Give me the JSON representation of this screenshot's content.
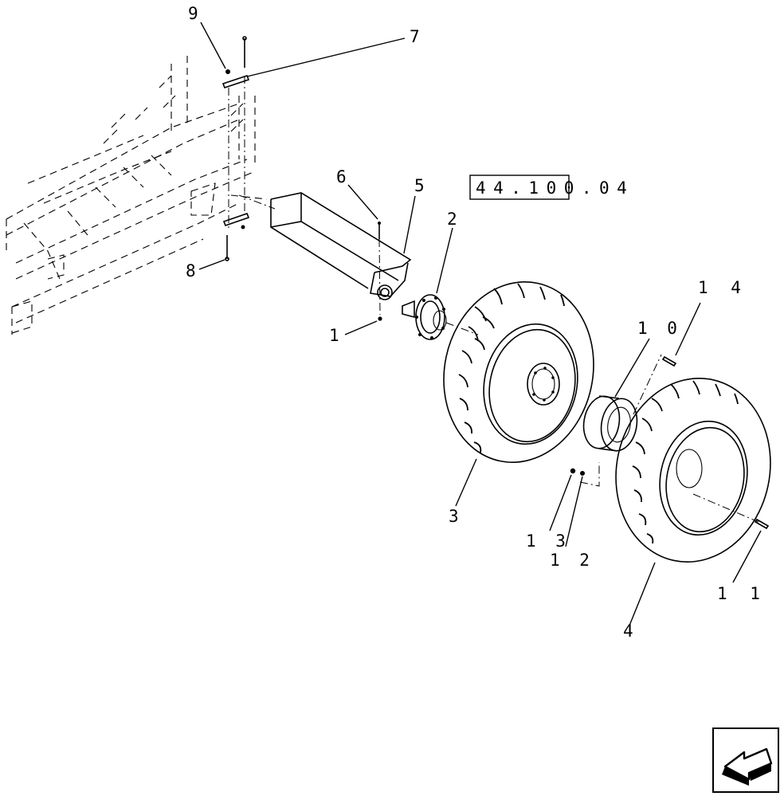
{
  "reference_code": "44.100.04",
  "callouts": {
    "c1": "1",
    "c2": "2",
    "c3": "3",
    "c4": "4",
    "c5": "5",
    "c6": "6",
    "c7": "7",
    "c8": "8",
    "c9": "9",
    "c10": "1 0",
    "c11": "1 1",
    "c12": "1 2",
    "c13": "1 3",
    "c14": "1 4"
  },
  "icons": {
    "nav": "back-arrow-icon"
  }
}
